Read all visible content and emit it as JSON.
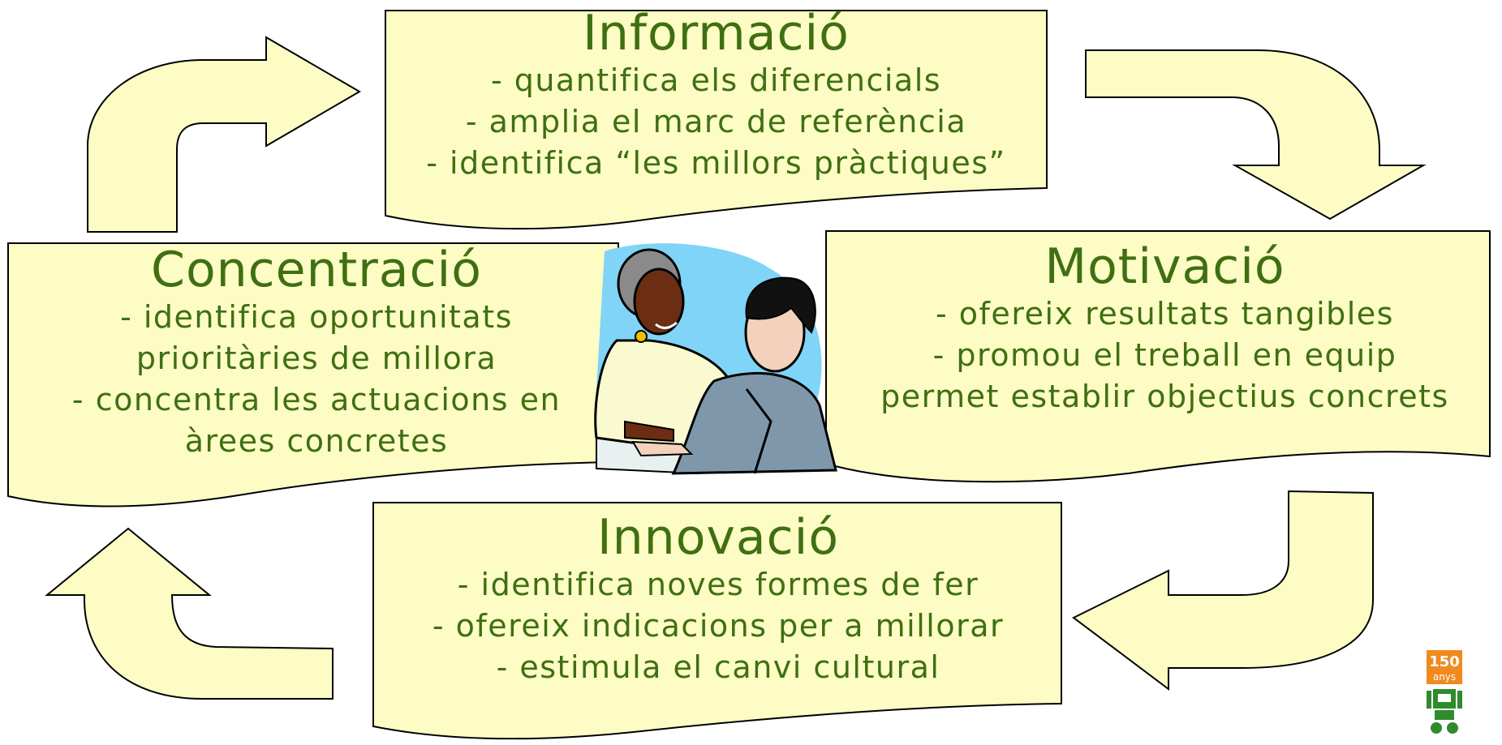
{
  "colors": {
    "fill": "#fcfcc4",
    "stroke": "#000000",
    "text": "#3f6f12",
    "sky": "#80d4f7",
    "logo_orange": "#f08a1e",
    "logo_green": "#2e8b2e"
  },
  "boxes": {
    "informacio": {
      "title": "Informació",
      "lines": [
        "- quantifica els diferencials",
        "- amplia el marc de referència",
        "- identifica “les millors pràctiques”"
      ]
    },
    "concentracio": {
      "title": "Concentració",
      "lines": [
        "- identifica oportunitats",
        "prioritàries de millora",
        "- concentra les actuacions en",
        "àrees concretes"
      ]
    },
    "motivacio": {
      "title": "Motivació",
      "lines": [
        "- ofereix resultats tangibles",
        "- promou el treball en equip",
        "permet establir objectius concrets"
      ]
    },
    "innovacio": {
      "title": "Innovació",
      "lines": [
        "- identifica noves formes de fer",
        "- ofereix indicacions per a millorar",
        "- estimula el canvi cultural"
      ]
    }
  },
  "logo": {
    "number": "150",
    "word": "anys"
  }
}
